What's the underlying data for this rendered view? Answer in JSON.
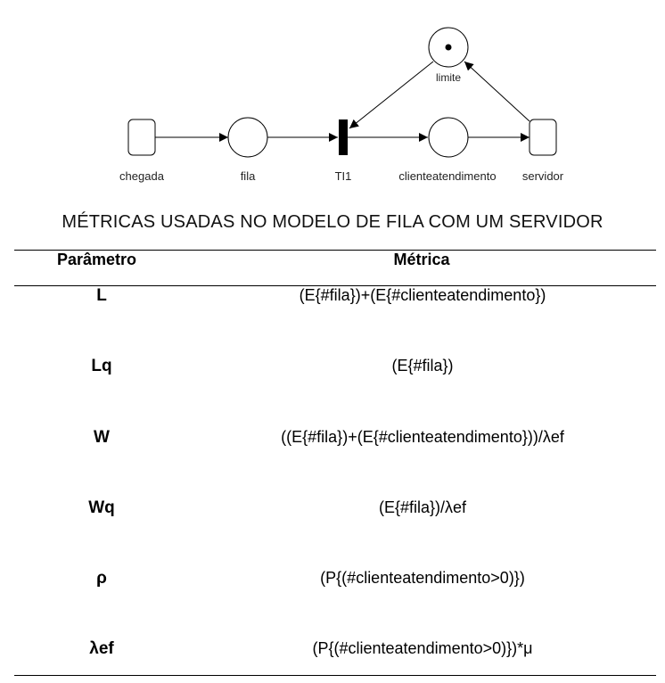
{
  "diagram": {
    "nodes": {
      "chegada": "chegada",
      "fila": "fila",
      "transition": "TI1",
      "clienteatendimento": "clienteatendimento",
      "servidor": "servidor",
      "limite": "limite"
    },
    "limite_tokens": 1
  },
  "table": {
    "title": "MÉTRICAS USADAS NO MODELO DE FILA COM UM SERVIDOR",
    "headers": {
      "parametro": "Parâmetro",
      "metrica": "Métrica"
    },
    "rows": [
      {
        "param": "L",
        "metric": "(E{#fila})+(E{#clienteatendimento})"
      },
      {
        "param": "Lq",
        "metric": "(E{#fila})"
      },
      {
        "param": "W",
        "metric": "((E{#fila})+(E{#clienteatendimento}))/λef"
      },
      {
        "param": "Wq",
        "metric": "(E{#fila})/λef"
      },
      {
        "param": "ρ",
        "metric": "(P{(#clienteatendimento>0)})"
      },
      {
        "param": "λef",
        "metric": "(P{(#clienteatendimento>0)})*μ"
      }
    ]
  }
}
